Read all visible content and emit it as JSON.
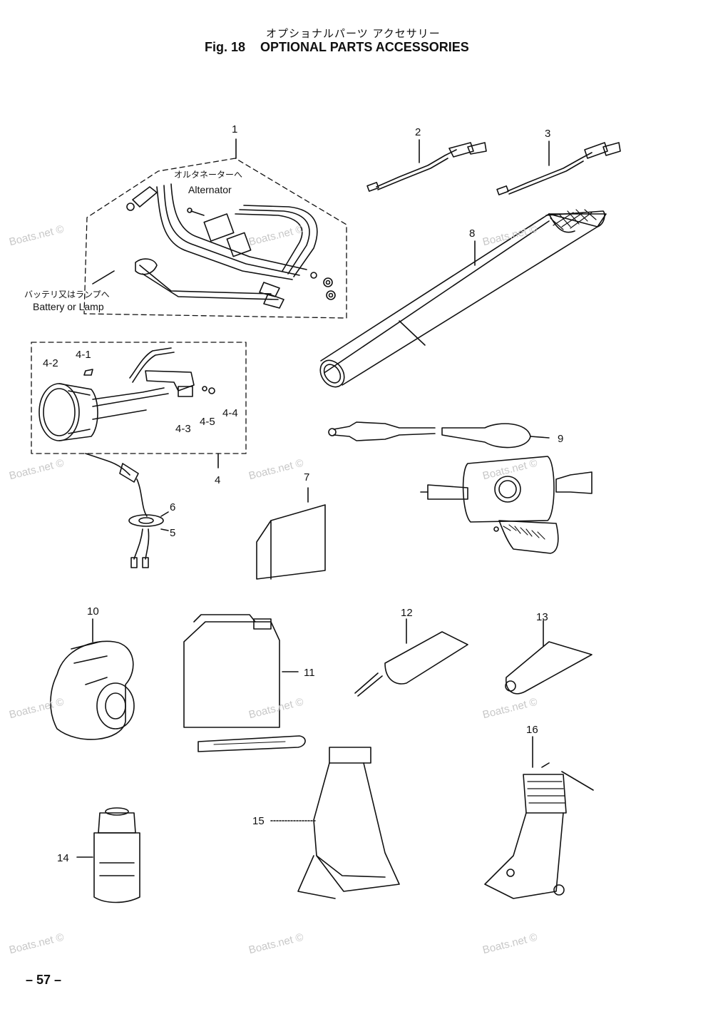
{
  "header": {
    "title_jp": "オプショナルパーツ アクセサリー",
    "fig_label": "Fig. 18",
    "title_en": "OPTIONAL PARTS ACCESSORIES"
  },
  "page_number": "– 57 –",
  "watermark": "Boats.net ©",
  "annotations": {
    "alternator_jp": "オルタネーターへ",
    "alternator_en": "Alternator",
    "battery_jp": "バッテリ又はランプへ",
    "battery_en": "Battery or Lamp"
  },
  "callouts": {
    "p1": "1",
    "p2": "2",
    "p3": "3",
    "p4": "4",
    "p4_1": "4-1",
    "p4_2": "4-2",
    "p4_3": "4-3",
    "p4_4": "4-4",
    "p4_5": "4-5",
    "p5": "5",
    "p6": "6",
    "p7": "7",
    "p8": "8",
    "p9": "9",
    "p10": "10",
    "p11": "11",
    "p12": "12",
    "p13": "13",
    "p14": "14",
    "p15": "15",
    "p16": "16"
  }
}
